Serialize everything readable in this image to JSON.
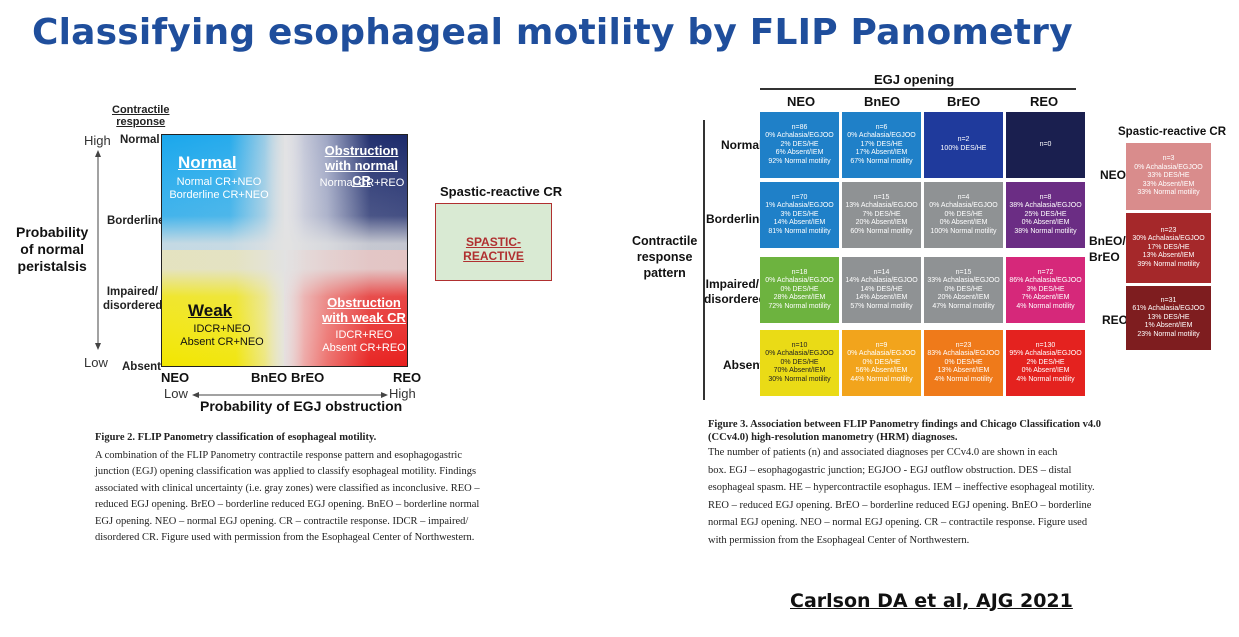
{
  "title": "Classifying esophageal motility by FLIP Panometry",
  "fig2": {
    "y_axis_header": [
      "Contractile",
      "response"
    ],
    "y_ticks": [
      "Normal",
      "Borderline",
      "Impaired/",
      "disordered",
      "Absent"
    ],
    "high": "High",
    "low": "Low",
    "y_axis_label": [
      "Probability",
      "of normal",
      "peristalsis"
    ],
    "x_ticks": [
      "NEO",
      "BnEO",
      "BrEO",
      "REO"
    ],
    "x_low": "Low",
    "x_high": "High",
    "x_axis_label": "Probability of EGJ obstruction",
    "quadrants": {
      "normal_title": "Normal",
      "normal_sub": [
        "Normal CR+NEO",
        "Borderline CR+NEO"
      ],
      "obs_normal_title": [
        "Obstruction",
        "with normal CR"
      ],
      "obs_normal_sub": "Normal CR+REO",
      "weak_title": "Weak",
      "weak_sub": [
        "IDCR+NEO",
        "Absent CR+NEO"
      ],
      "obs_weak_title": [
        "Obstruction",
        "with weak CR"
      ],
      "obs_weak_sub": [
        "IDCR+REO",
        "Absent CR+REO"
      ]
    },
    "spastic_title": "Spastic-reactive CR",
    "spastic_box": "SPASTIC-REACTIVE",
    "caption_title": "Figure 2. FLIP Panometry classification of esophageal motility.",
    "caption_lines": [
      "A combination of the FLIP Panometry contractile response pattern and esophagogastric",
      "junction (EGJ) opening classification was applied to classify esophageal motility. Findings",
      "associated with clinical uncertainty (i.e. gray zones) were classified as inconclusive. REO –",
      "reduced EGJ opening. BrEO – borderline reduced EGJ opening. BnEO – borderline normal",
      "EGJ opening. NEO – normal EGJ opening. CR – contractile response. IDCR – impaired/",
      "disordered CR. Figure used with permission from the Esophageal Center of Northwestern."
    ],
    "colors": {
      "blue": "#1aa7ec",
      "navy": "#1c2a6b",
      "yellow": "#f2e600",
      "red": "#e8201e",
      "green": "#d9ead3"
    }
  },
  "fig3": {
    "egj_header": "EGJ opening",
    "columns": [
      "NEO",
      "BnEO",
      "BrEO",
      "REO"
    ],
    "row_header": [
      "Contractile",
      "response",
      "pattern"
    ],
    "rows": [
      {
        "label": [
          "Normal"
        ]
      },
      {
        "label": [
          "Borderline"
        ]
      },
      {
        "label": [
          "Impaired/",
          "disordered"
        ]
      },
      {
        "label": [
          "Absent"
        ]
      }
    ],
    "cells": [
      [
        {
          "lines": [
            "n=86",
            "0% Achalasia/EGJOO",
            "2% DES/HE",
            "6% Absent/IEM",
            "92% Normal motility"
          ],
          "color": "#1f80c8"
        },
        {
          "lines": [
            "n=6",
            "0% Achalasia/EGJOO",
            "17% DES/HE",
            "17% Absent/IEM",
            "67% Normal motility"
          ],
          "color": "#1f80c8"
        },
        {
          "lines": [
            "n=2",
            "100% DES/HE"
          ],
          "color": "#1f3a9c"
        },
        {
          "lines": [
            "n=0"
          ],
          "color": "#1a1f4f"
        }
      ],
      [
        {
          "lines": [
            "n=70",
            "1% Achalasia/EGJOO",
            "3% DES/HE",
            "14% Absent/IEM",
            "81% Normal motility"
          ],
          "color": "#1f80c8"
        },
        {
          "lines": [
            "n=15",
            "13% Achalasia/EGJOO",
            "7% DES/HE",
            "20% Absent/IEM",
            "60% Normal motility"
          ],
          "color": "#8f9294"
        },
        {
          "lines": [
            "n=4",
            "0% Achalasia/EGJOO",
            "0% DES/HE",
            "0% Absent/IEM",
            "100% Normal motility"
          ],
          "color": "#8f9294"
        },
        {
          "lines": [
            "n=8",
            "38% Achalasia/EGJOO",
            "25% DES/HE",
            "0% Absent/IEM",
            "38% Normal motility"
          ],
          "color": "#6b2d84"
        }
      ],
      [
        {
          "lines": [
            "n=18",
            "0% Achalasia/EGJOO",
            "0% DES/HE",
            "28% Absent/IEM",
            "72% Normal motility"
          ],
          "color": "#6db33f"
        },
        {
          "lines": [
            "n=14",
            "14% Achalasia/EGJOO",
            "14% DES/HE",
            "14% Absent/IEM",
            "57% Normal motility"
          ],
          "color": "#8f9294"
        },
        {
          "lines": [
            "n=15",
            "33% Achalasia/EGJOO",
            "0% DES/HE",
            "20% Absent/IEM",
            "47% Normal motility"
          ],
          "color": "#8f9294"
        },
        {
          "lines": [
            "n=72",
            "86% Achalasia/EGJOO",
            "3% DES/HE",
            "7% Absent/IEM",
            "4% Normal motility"
          ],
          "color": "#d6287a"
        }
      ],
      [
        {
          "lines": [
            "n=10",
            "0% Achalasia/EGJOO",
            "0% DES/HE",
            "70% Absent/IEM",
            "30% Normal motility"
          ],
          "color": "#eadb16"
        },
        {
          "lines": [
            "n=9",
            "0% Achalasia/EGJOO",
            "0% DES/HE",
            "56% Absent/IEM",
            "44% Normal motility"
          ],
          "color": "#f2a41c"
        },
        {
          "lines": [
            "n=23",
            "83% Achalasia/EGJOO",
            "0% DES/HE",
            "13% Absent/IEM",
            "4% Normal motility"
          ],
          "color": "#ef7a1a"
        },
        {
          "lines": [
            "n=130",
            "95% Achalasia/EGJOO",
            "2% DES/HE",
            "0% Absent/IEM",
            "4% Normal motility"
          ],
          "color": "#e4221f"
        }
      ]
    ],
    "spastic_title": "Spastic-reactive CR",
    "spastic_rows": [
      {
        "label": [
          "NEO"
        ],
        "lines": [
          "n=3",
          "0% Achalasia/EGJOO",
          "33% DES/HE",
          "33% Absent/IEM",
          "33% Normal motility"
        ],
        "color": "#d98c8c"
      },
      {
        "label": [
          "BnEO/",
          "BrEO"
        ],
        "lines": [
          "n=23",
          "30% Achalasia/EGJOO",
          "17% DES/HE",
          "13% Absent/IEM",
          "39% Normal motility"
        ],
        "color": "#a5282a"
      },
      {
        "label": [
          "REO"
        ],
        "lines": [
          "n=31",
          "61% Achalasia/EGJOO",
          "13% DES/HE",
          "1% Absent/IEM",
          "23% Normal motility"
        ],
        "color": "#7e1d1f"
      }
    ],
    "caption_title": [
      "Figure 3. Association between FLIP Panometry findings and Chicago Classification v4.0",
      "(CCv4.0) high-resolution manometry (HRM) diagnoses."
    ],
    "caption_lines": [
      "The number of patients (n) and associated diagnoses per CCv4.0 are shown in each",
      "box. EGJ – esophagogastric junction; EGJOO - EGJ outflow obstruction. DES – distal",
      "esophageal spasm. HE – hypercontractile esophagus. IEM – ineffective esophageal motility.",
      "REO – reduced EGJ opening. BrEO – borderline reduced EGJ opening. BnEO – borderline",
      "normal EGJ opening. NEO – normal EGJ opening. CR – contractile response. Figure used",
      "with permission from the Esophageal Center of Northwestern."
    ]
  },
  "citation": "Carlson DA et al, AJG 2021"
}
